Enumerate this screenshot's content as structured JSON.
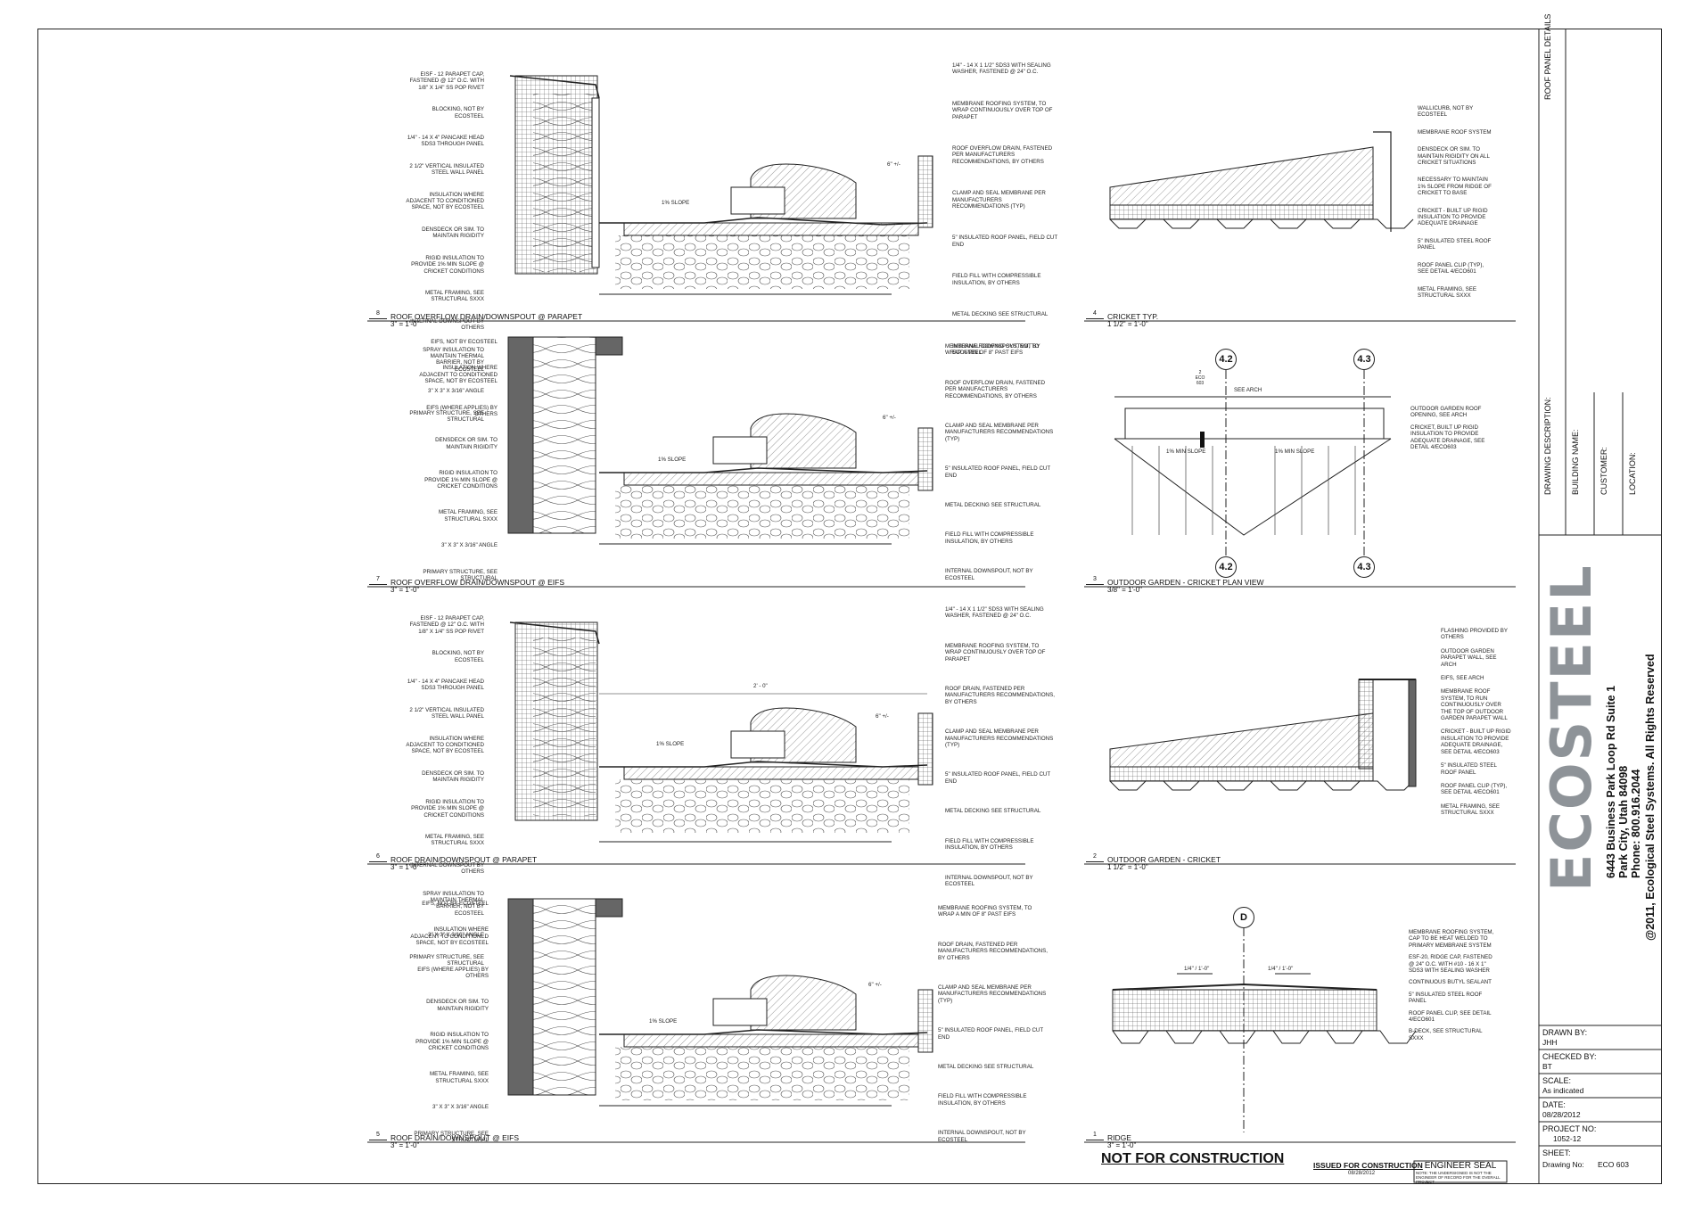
{
  "details": {
    "d8": {
      "num": "8",
      "title": "ROOF OVERFLOW DRAIN/DOWNSPOUT @ PARAPET",
      "scale": "3\" = 1'-0\"",
      "left_notes": [
        "EISF - 12 PARAPET CAP, FASTENED @ 12\" O.C. WITH 1/8\" x 1/4\" SS POP RIVET",
        "BLOCKING, NOT BY ECOSTEEL",
        "1/4\" - 14 x 4\" PANCAKE HEAD SDS3 THROUGH PANEL",
        "2 1/2\" VERTICAL INSULATED STEEL WALL PANEL",
        "INSULATION WHERE ADJACENT TO CONDITIONED SPACE, NOT BY ECOSTEEL",
        "DENSDECK OR SIM. TO MAINTAIN RIGIDITY",
        "RIGID INSULATION TO PROVIDE 1% MIN SLOPE @ CRICKET CONDITIONS",
        "METAL FRAMING, SEE STRUCTURAL SXXX",
        "INTERNAL DOWNSPOUT BY OTHERS",
        "SPRAY INSULATION TO MAINTAIN THERMAL BARRIER, NOT BY ECOSTEEL",
        "3\" X 3\" X 3/16\" ANGLE",
        "PRIMARY STRUCTURE, SEE STRUCTURAL"
      ],
      "right_notes": [
        "1/4\" - 14 x 1 1/2\" SDS3 WITH SEALING WASHER, FASTENED @ 24\" O.C.",
        "MEMBRANE ROOFING SYSTEM, TO WRAP CONTINUOUSLY OVER TOP OF PARAPET",
        "ROOF OVERFLOW DRAIN, FASTENED PER MANUFACTURERS RECOMMENDATIONS, BY OTHERS",
        "CLAMP AND SEAL MEMBRANE PER MANUFACTURERS RECOMMENDATIONS (TYP)",
        "5\" INSULATED ROOF PANEL, FIELD CUT END",
        "FIELD FILL WITH COMPRESSIBLE INSULATION, BY OTHERS",
        "METAL DECKING SEE STRUCTURAL",
        "INTERNAL DOWNSPOUT, NOT BY ECOSTEEL"
      ],
      "slope": "1% SLOPE",
      "dim": "6\" +/-"
    },
    "d7": {
      "num": "7",
      "title": "ROOF OVERFLOW DRAIN/DOWNSPOUT @ EIFS",
      "scale": "3\" = 1'-0\"",
      "left_notes": [
        "EIFS, NOT BY ECOSTEEL",
        "INSULATION WHERE ADJACENT TO CONDITIONED SPACE, NOT BY ECOSTEEL",
        "EIFS (WHERE APPLIES) BY OTHERS",
        "DENSDECK OR SIM. TO MAINTAIN RIGIDITY",
        "RIGID INSULATION TO PROVIDE 1% MIN SLOPE @ CRICKET CONDITIONS",
        "METAL FRAMING, SEE STRUCTURAL SXXX",
        "3\" X 3\" X 3/16\" ANGLE",
        "PRIMARY STRUCTURE, SEE STRUCTURAL"
      ],
      "right_notes": [
        "MEMBRANE ROOFING SYSTEM, TO WRAP A MIN OF 8\" PAST EIFS",
        "ROOF OVERFLOW DRAIN, FASTENED PER MANUFACTURERS RECOMMENDATIONS, BY OTHERS",
        "CLAMP AND SEAL MEMBRANE PER MANUFACTURERS RECOMMENDATIONS (TYP)",
        "5\" INSULATED ROOF PANEL, FIELD CUT END",
        "METAL DECKING SEE STRUCTURAL",
        "FIELD FILL WITH COMPRESSIBLE INSULATION, BY OTHERS",
        "INTERNAL DOWNSPOUT, NOT BY ECOSTEEL"
      ],
      "slope": "1% SLOPE",
      "dim": "6\" +/-"
    },
    "d6": {
      "num": "6",
      "title": "ROOF DRAIN/DOWNSPOUT @ PARAPET",
      "scale": "3\" = 1'-0\"",
      "left_notes": [
        "EISF - 12 PARAPET CAP, FASTENED @ 12\" O.C. WITH 1/8\" x 1/4\" SS POP RIVET",
        "BLOCKING, NOT BY ECOSTEEL",
        "1/4\" - 14 x 4\" PANCAKE HEAD SDS3 THROUGH PANEL",
        "2 1/2\" VERTICAL INSULATED STEEL WALL PANEL",
        "INSULATION WHERE ADJACENT TO CONDITIONED SPACE, NOT BY ECOSTEEL",
        "DENSDECK OR SIM. TO MAINTAIN RIGIDITY",
        "RIGID INSULATION TO PROVIDE 1% MIN SLOPE @ CRICKET CONDITIONS",
        "METAL FRAMING, SEE STRUCTURAL SXXX",
        "INTERNAL DOWNSPOUT BY OTHERS",
        "SPRAY INSULATION TO MAINTAIN THERMAL BARRIER, NOT BY ECOSTEEL",
        "3\" X 3\" X 3/16\" ANGLE",
        "PRIMARY STRUCTURE, SEE STRUCTURAL"
      ],
      "right_notes": [
        "1/4\" - 14 x 1 1/2\" SDS3 WITH SEALING WASHER, FASTENED @ 24\" O.C.",
        "MEMBRANE ROOFING SYSTEM, TO WRAP CONTINUOUSLY OVER TOP OF PARAPET",
        "ROOF DRAIN, FASTENED PER MANUFACTURERS RECOMMENDATIONS, BY OTHERS",
        "CLAMP AND SEAL MEMBRANE PER MANUFACTURERS RECOMMENDATIONS (TYP)",
        "5\" INSULATED ROOF PANEL, FIELD CUT END",
        "METAL DECKING SEE STRUCTURAL",
        "FIELD FILL WITH COMPRESSIBLE INSULATION, BY OTHERS",
        "INTERNAL DOWNSPOUT, NOT BY ECOSTEEL"
      ],
      "slope": "1% SLOPE",
      "dim": "6\" +/-",
      "dim2": "2' - 0\""
    },
    "d5": {
      "num": "5",
      "title": "ROOF DRAIN/DOWNSPOUT @ EIFS",
      "scale": "3\" = 1'-0\"",
      "left_notes": [
        "EIFS, NOT BY ECOSTEEL",
        "INSULATION WHERE ADJACENT TO CONDITIONED SPACE, NOT BY ECOSTEEL",
        "EIFS (WHERE APPLIES) BY OTHERS",
        "DENSDECK OR SIM. TO MAINTAIN RIGIDITY",
        "RIGID INSULATION TO PROVIDE 1% MIN SLOPE @ CRICKET CONDITIONS",
        "METAL FRAMING, SEE STRUCTURAL SXXX",
        "3\" X 3\" X 3/16\" ANGLE",
        "PRIMARY STRUCTURE, SEE STRUCTURAL"
      ],
      "right_notes": [
        "MEMBRANE ROOFING SYSTEM, TO WRAP A MIN OF 8\" PAST EIFS",
        "ROOF DRAIN, FASTENED PER MANUFACTURERS RECOMMENDATIONS, BY OTHERS",
        "CLAMP AND SEAL MEMBRANE PER MANUFACTURERS RECOMMENDATIONS (TYP)",
        "5\" INSULATED ROOF PANEL, FIELD CUT END",
        "METAL DECKING SEE STRUCTURAL",
        "FIELD FILL WITH COMPRESSIBLE INSULATION, BY OTHERS",
        "INTERNAL DOWNSPOUT, NOT BY ECOSTEEL"
      ],
      "slope": "1% SLOPE",
      "dim": "6\" +/-"
    },
    "d4": {
      "num": "4",
      "title": "CRICKET TYP.",
      "scale": "1 1/2\" = 1'-0\"",
      "right_notes": [
        "WALLICURB, NOT BY ECOSTEEL",
        "MEMBRANE ROOF SYSTEM",
        "DENSDECK OR SIM. TO MAINTAIN RIGIDITY ON ALL CRICKET SITUATIONS",
        "NECESSARY TO MAINTAIN 1% SLOPE FROM RIDGE OF CRICKET TO BASE",
        "CRICKET - BUILT UP RIGID INSULATION TO PROVIDE ADEQUATE DRAINAGE",
        "5\" INSULATED STEEL ROOF PANEL",
        "ROOF PANEL CLIP (TYP), SEE DETAIL 4/ECO601",
        "METAL FRAMING, SEE STRUCTURAL SXXX"
      ]
    },
    "d3": {
      "num": "3",
      "title": "OUTDOOR GARDEN - CRICKET PLAN VIEW",
      "scale": "3/8\" = 1'-0\"",
      "grid": [
        "4.2",
        "4.3"
      ],
      "see_arch": "SEE ARCH",
      "slope_a": "1% MIN SLOPE",
      "slope_b": "1% MIN SLOPE",
      "ref": "2\nECO 603",
      "right_notes": [
        "OUTDOOR GARDEN ROOF OPENING, SEE ARCH",
        "CRICKET, BUILT UP RIGID INSULATION TO PROVIDE ADEQUATE DRAINAGE, SEE DETAIL 4/ECO603"
      ]
    },
    "d2": {
      "num": "2",
      "title": "OUTDOOR GARDEN - CRICKET",
      "scale": "1 1/2\" = 1'-0\"",
      "right_notes": [
        "FLASHING PROVIDED BY OTHERS",
        "OUTDOOR GARDEN PARAPET WALL, SEE ARCH",
        "EIFS, SEE ARCH",
        "MEMBRANE ROOF SYSTEM, TO RUN CONTINUOUSLY OVER THE TOP OF OUTDOOR GARDEN PARAPET WALL",
        "CRICKET - BUILT UP RIGID INSULATION TO PROVIDE ADEQUATE DRAINAGE, SEE DETAIL 4/ECO603",
        "5\" INSULATED STEEL ROOF PANEL",
        "ROOF PANEL CLIP (TYP), SEE DETAIL 4/ECO601",
        "METAL FRAMING, SEE STRUCTURAL SXXX"
      ]
    },
    "d1": {
      "num": "1",
      "title": "RIDGE",
      "scale": "3\" = 1'-0\"",
      "grid": "D",
      "dim_a": "1/4\" / 1'-0\"",
      "dim_b": "1/4\" / 1'-0\"",
      "right_notes": [
        "MEMBRANE ROOFING SYSTEM, CAP TO BE HEAT WELDED TO PRIMARY MEMBRANE SYSTEM",
        "ESF-20, RIDGE CAP, FASTENED @ 24\" O.C. WITH #10 - 16 x 1\" SDS3 WITH SEALING WASHER",
        "CONTINUOUS BUTYL SEALANT",
        "5\" INSULATED STEEL ROOF PANEL",
        "ROOF PANEL CLIP, SEE DETAIL 4/ECO601",
        "B-DECK, SEE STRUCTURAL SXXX"
      ]
    }
  },
  "titleblock": {
    "sheet_title": "ROOF PANEL DETAILS",
    "drawing_description": "DRAWING DESCRIPTION:",
    "building_name": "BUILDING NAME:",
    "customer": "CUSTOMER:",
    "location": "LOCATION:",
    "brand": "ECOSTEEL",
    "address_line1": "6443 Business Park Loop Rd Suite 1",
    "address_line2": "Park City, Utah 84098",
    "address_line3": "Phone: 800.916.2044",
    "copyright": "@2011, Ecological Steel Systems. All Rights Reserved",
    "drawn_by_label": "DRAWN BY:",
    "drawn_by": "JHH",
    "checked_by_label": "CHECKED BY:",
    "checked_by": "BT",
    "scale_label": "SCALE:",
    "scale": "As indicated",
    "date_label": "DATE:",
    "date": "08/28/2012",
    "project_label": "PROJECT NO:",
    "project": "1052-12",
    "sheet_label": "SHEET:",
    "drawing_no_label": "Drawing No:",
    "drawing_no": "ECO 603"
  },
  "footer": {
    "not_for_construction": "NOT FOR CONSTRUCTION",
    "issued_for_construction": "ISSUED FOR CONSTRUCTION",
    "issued_date": "08/28/2012",
    "engineer_seal": "ENGINEER SEAL",
    "seal_note": "NOTE: THE UNDERSIGNED IS NOT THE ENGINEER OF RECORD FOR THE OVERALL PROJECT"
  },
  "colors": {
    "line": "#222222",
    "brand_gray": "#8e9398",
    "brand_blue": "#3a8fb7"
  }
}
